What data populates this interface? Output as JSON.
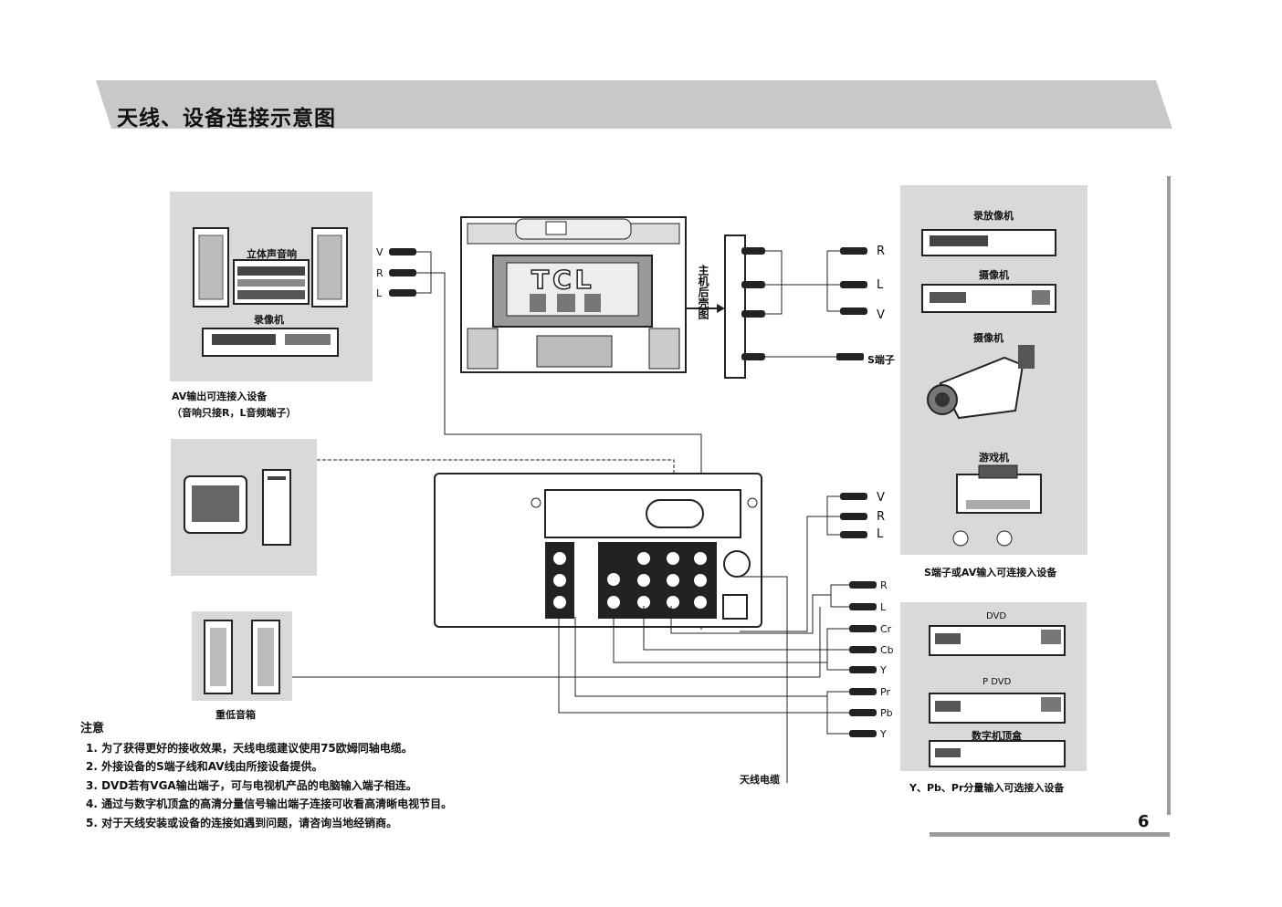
{
  "page": {
    "title": "天线、设备连接示意图",
    "page_number": "6"
  },
  "tv": {
    "logo": "TCL",
    "side_panel_label": "主机后壳图",
    "jack_labels": [
      "S端子"
    ]
  },
  "groups": {
    "av_output": {
      "device_stereo": "立体声音响",
      "device_vcr": "录像机",
      "caption_line1": "AV输出可连接入设备",
      "caption_line2": "（音响只接R，L音频端子）",
      "jacks": [
        "V",
        "R",
        "L"
      ]
    },
    "right_top": {
      "device_vcr": "录放像机",
      "device_camera": "摄像机",
      "device_camcorder": "摄像机",
      "device_game": "游戏机",
      "caption": "S端子或AV输入可连接入设备",
      "jacks_top": [
        "R",
        "L",
        "V"
      ],
      "s_label": "S端子",
      "jacks_mid": [
        "V",
        "R",
        "L"
      ]
    },
    "computer": {},
    "speakers": {
      "caption": "重低音箱"
    },
    "component": {
      "device_dvd": "DVD",
      "device_pdvd": "P DVD",
      "device_stb": "数字机顶盒",
      "caption": "Y、Pb、Pr分量输入可选接入设备",
      "jacks_audio": [
        "R",
        "L"
      ],
      "jacks_ycbcr": [
        "Cr",
        "Cb",
        "Y"
      ],
      "jacks_ypbpr": [
        "Pr",
        "Pb",
        "Y"
      ]
    },
    "antenna": {
      "label": "天线电缆"
    }
  },
  "notes": {
    "heading": "注意",
    "items": [
      "1. 为了获得更好的接收效果，天线电缆建议使用75欧姆同轴电缆。",
      "2. 外接设备的S端子线和AV线由所接设备提供。",
      "3. DVD若有VGA输出端子，可与电视机产品的电脑输入端子相连。",
      "4. 通过与数字机顶盒的高清分量信号输出端子连接可收看高清晰电视节目。",
      "5. 对于天线安装或设备的连接如遇到问题，请咨询当地经销商。"
    ]
  }
}
